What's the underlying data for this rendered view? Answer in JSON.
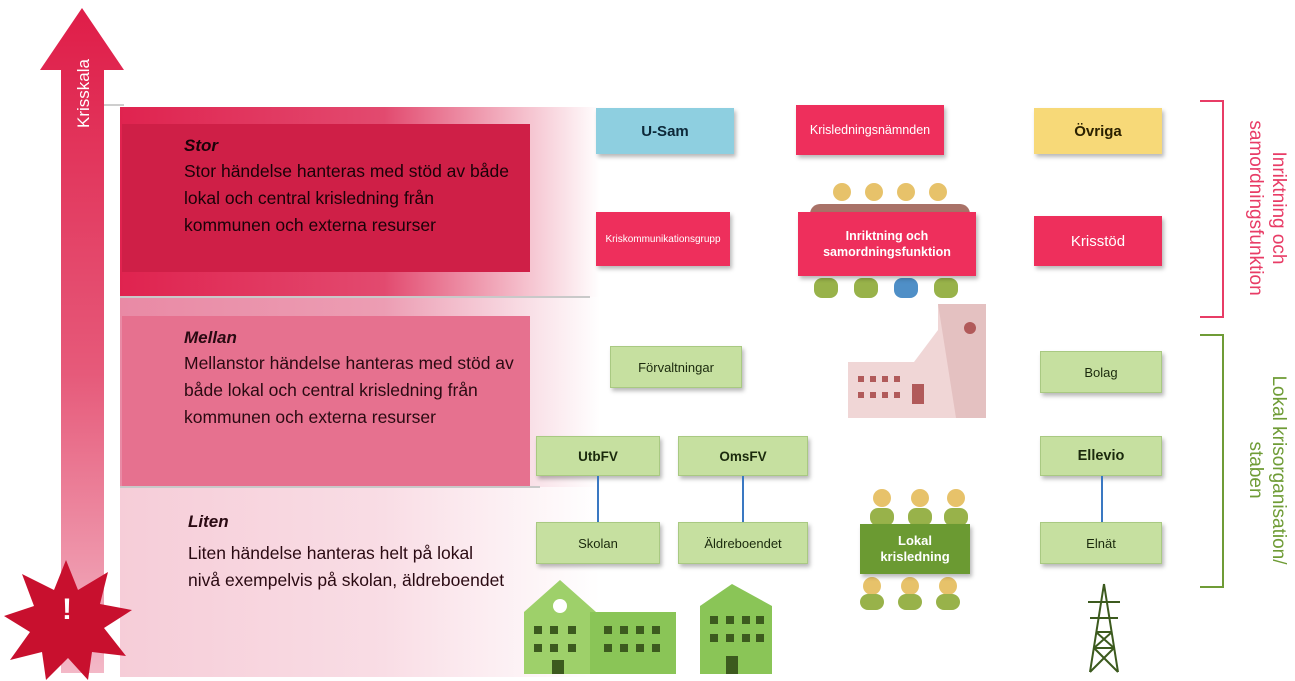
{
  "scale_axis": {
    "label": "Krisskala"
  },
  "levels": {
    "stor": {
      "title": "Stor",
      "text": "Stor händelse hanteras med stöd av både lokal och central krisledning från kommunen och externa resurser"
    },
    "mellan": {
      "title": "Mellan",
      "text": "Mellanstor händelse hanteras med stöd av både lokal och central krisledning från kommunen och externa resurser"
    },
    "liten": {
      "title": "Liten",
      "text": "Liten händelse hanteras helt på lokal nivå exempelvis på skolan, äldreboendet"
    }
  },
  "alert": {
    "symbol": "!"
  },
  "org_boxes": {
    "usam": "U-Sam",
    "krisledningsnamnden": "Krisledningsnämnden",
    "ovriga": "Övriga",
    "kriskommunikationsgrupp": "Kriskommunikationsgrupp",
    "inriktning": "Inriktning och samordningsfunktion",
    "krisstod": "Krisstöd",
    "forvaltningar": "Förvaltningar",
    "bolag": "Bolag",
    "utbfv": "UtbFV",
    "omsfv": "OmsFV",
    "ellevio": "Ellevio",
    "skolan": "Skolan",
    "aldreboendet": "Äldreboendet",
    "lokal_krisledning": "Lokal krisledning",
    "elnat": "Elnät"
  },
  "side_labels": {
    "inriktning": "Inriktning och samordningsfunktion",
    "lokal": "Lokal krisorganisation/ staben"
  },
  "colors": {
    "pink": "#ee2f5c",
    "green": "#c6e0a0",
    "blue": "#8ecfe0",
    "yellow": "#f7d978",
    "arrow": "#e3234e"
  }
}
